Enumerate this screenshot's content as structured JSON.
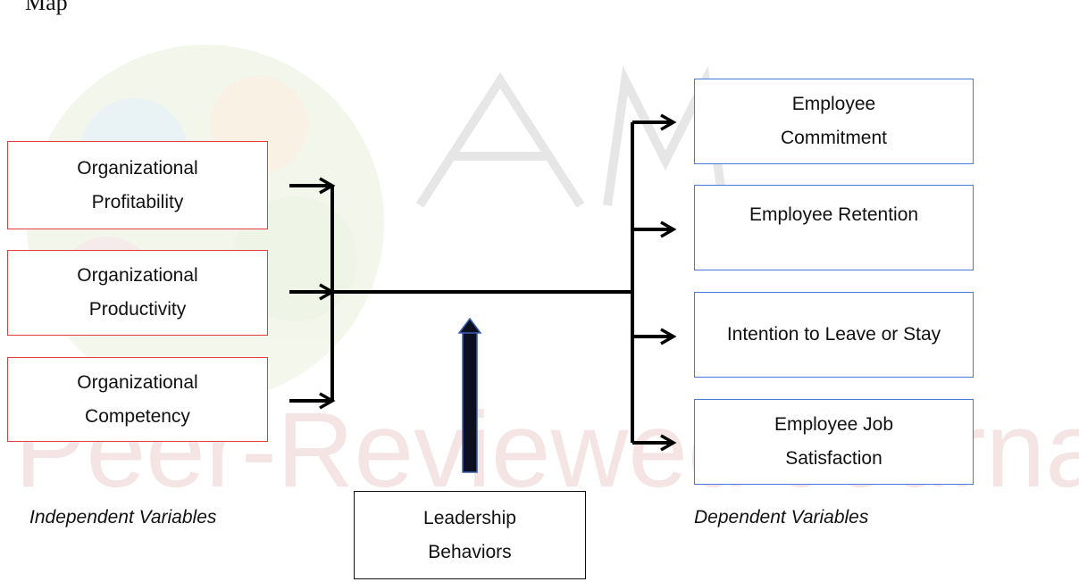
{
  "page": {
    "top_fragment": "Map"
  },
  "watermark": {
    "text": "AMIERJ",
    "subtext": "Peer-Reviewed Journal"
  },
  "independent": {
    "items": [
      {
        "label": "Organizational Profitability"
      },
      {
        "label": "Organizational Productivity"
      },
      {
        "label": "Organizational Competency"
      }
    ],
    "caption": "Independent Variables"
  },
  "dependent": {
    "items": [
      {
        "label": "Employee Commitment"
      },
      {
        "label": "Employee Retention"
      },
      {
        "label": "Intention to Leave or Stay"
      },
      {
        "label": "Employee Job Satisfaction"
      }
    ],
    "caption": "Dependent Variables"
  },
  "moderator": {
    "label": "Leadership Behaviors"
  },
  "colors": {
    "independent_border": "#e23c3c",
    "dependent_border": "#4a78e0",
    "moderator_arrow": "#1d2a5c",
    "line": "#000000"
  }
}
